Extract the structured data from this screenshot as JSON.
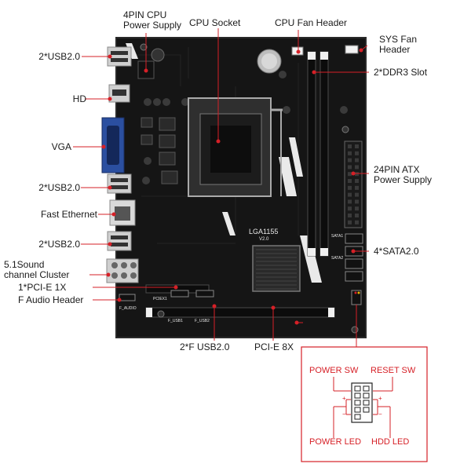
{
  "labels": {
    "cpu_power": [
      "4PIN CPU",
      "Power Supply"
    ],
    "cpu_socket": "CPU Socket",
    "cpu_fan": "CPU Fan Header",
    "sys_fan": [
      "SYS Fan",
      "Header"
    ],
    "ddr3": "2*DDR3 Slot",
    "atx24": [
      "24PIN ATX",
      "Power Supply"
    ],
    "sata": "4*SATA2.0",
    "usb_top": "2*USB2.0",
    "hd": "HD",
    "vga": "VGA",
    "usb_mid": "2*USB2.0",
    "ethernet": "Fast Ethernet",
    "usb_low": "2*USB2.0",
    "sound": [
      "5.1Sound",
      "channel Cluster"
    ],
    "pcie1x": "1*PCI-E 1X",
    "audio_header": "F Audio Header",
    "f_usb": "2*F USB2.0",
    "pcie8x": "PCI-E 8X"
  },
  "board_text": {
    "socket_model": "LGA1155",
    "version": "V2.0",
    "sata_a": "SATA1",
    "sata_b": "SATA2",
    "pcie_label": "PCIEX1",
    "audio_silk": "F_AUDIO",
    "usb_silk": "F_USB1",
    "usb_silk2": "F_USB2"
  },
  "panel_header": {
    "power_sw": "POWER SW",
    "reset_sw": "RESET SW",
    "power_led": "POWER LED",
    "hdd_led": "HDD  LED"
  },
  "colors": {
    "board": "#141414",
    "accent": "#d62027",
    "silk": "#e8e8e8",
    "vga_blue": "#2b4fa0"
  }
}
